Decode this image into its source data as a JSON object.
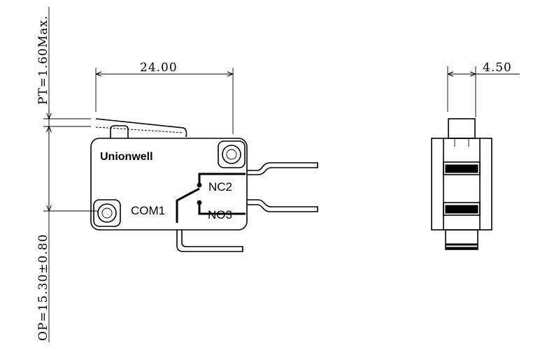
{
  "brand": "Unionwell",
  "terminals": {
    "nc": "NC2",
    "no": "NO3",
    "com": "COM1"
  },
  "dimensions": {
    "width": "24.00",
    "thickness": "4.50",
    "pretravel": "PT=1.60Max.",
    "operating_position": "OP=15.30±0.80"
  }
}
